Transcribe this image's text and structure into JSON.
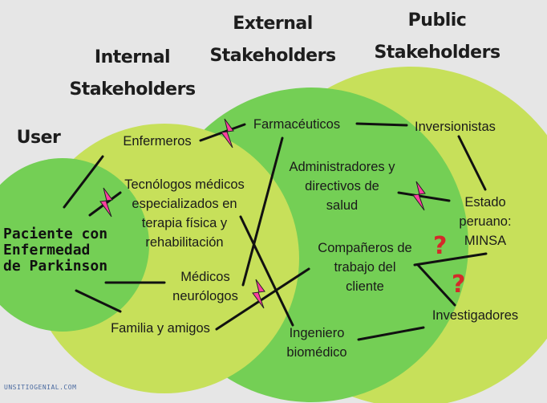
{
  "headers": {
    "user": "User",
    "internal": "Internal\nStakeholders",
    "external": "External\nStakeholders",
    "public": "Public\nStakeholders"
  },
  "nodes": {
    "patient": "Paciente con\nEnfermedad\nde Parkinson",
    "enfermeros": "Enfermeros",
    "tecnologos": "Tecnólogos médicos\nespecializados en\nterapia física y\nrehabilitación",
    "medicos": "Médicos\nneurólogos",
    "familia": "Familia y amigos",
    "farmaceuticos": "Farmacéuticos",
    "administradores": "Administradores y\ndirectivos de\nsalud",
    "companeros": "Compañeros de\ntrabajo del\ncliente",
    "ingeniero": "Ingeniero\nbiomédico",
    "inversionistas": "Inversionistas",
    "estado": "Estado\nperuano:\nMINSA",
    "investigadores": "Investigadores"
  },
  "footer": "UNSITIOGENIAL.COM",
  "colors": {
    "background": "#e6e6e6",
    "light_green": "#c7e05a",
    "mid_green": "#74cf55",
    "lightning": "#ff3fa0",
    "question": "#d42a2a"
  }
}
